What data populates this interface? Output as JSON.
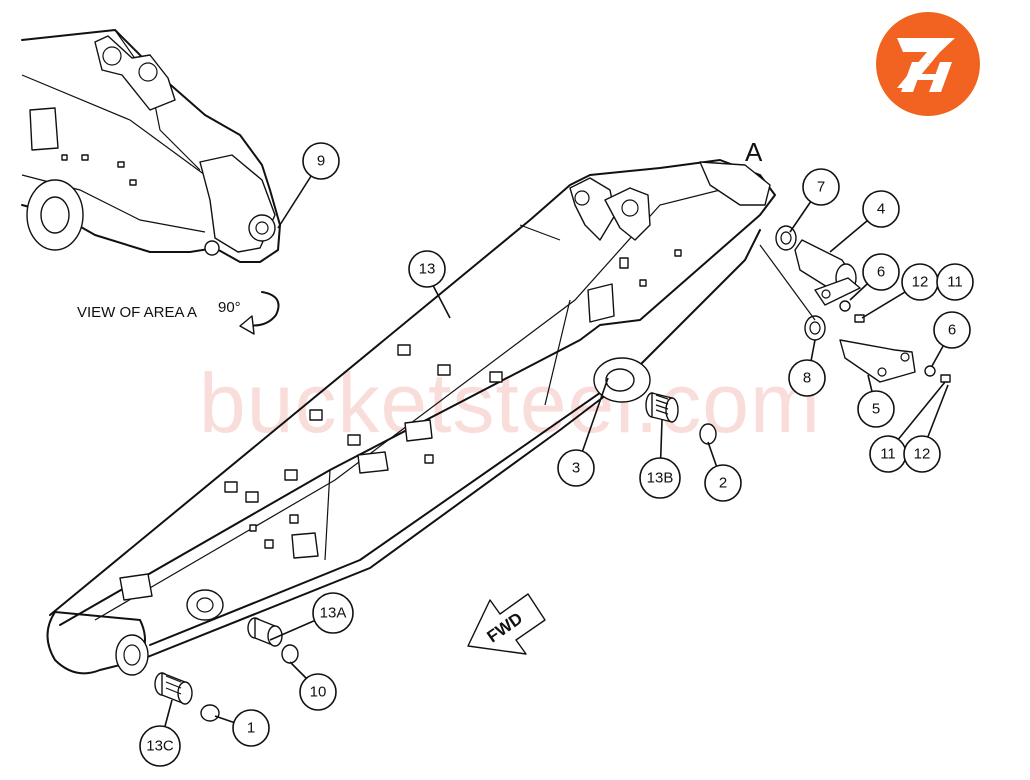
{
  "brand": {
    "logo_text": "ZH",
    "color": "#f26322"
  },
  "watermark": {
    "text": "bucketsteel.com"
  },
  "view_label": {
    "text": "VIEW OF AREA A",
    "angle_text": "90°"
  },
  "area_marker": {
    "text": "A"
  },
  "fwd_arrow": {
    "text": "FWD"
  },
  "callouts": [
    {
      "label": "9"
    },
    {
      "label": "13"
    },
    {
      "label": "7"
    },
    {
      "label": "4"
    },
    {
      "label": "6"
    },
    {
      "label": "12"
    },
    {
      "label": "11"
    },
    {
      "label": "6"
    },
    {
      "label": "8"
    },
    {
      "label": "5"
    },
    {
      "label": "11"
    },
    {
      "label": "12"
    },
    {
      "label": "3"
    },
    {
      "label": "13B"
    },
    {
      "label": "2"
    },
    {
      "label": "13A"
    },
    {
      "label": "10"
    },
    {
      "label": "13C"
    },
    {
      "label": "1"
    }
  ]
}
